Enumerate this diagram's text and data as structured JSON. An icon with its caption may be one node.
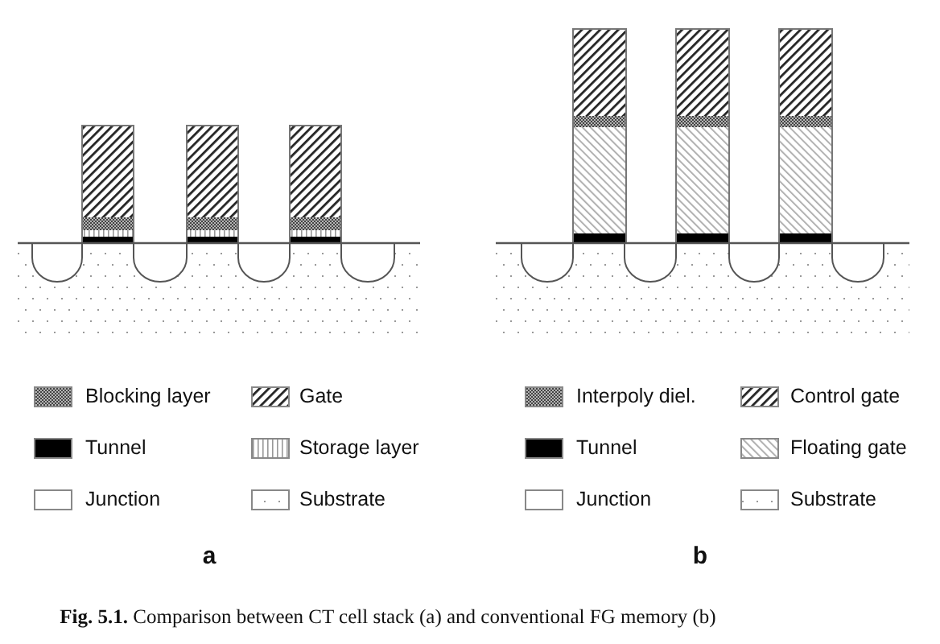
{
  "diagram": {
    "caption": "**Fig. 5.1.** Comparison between CT cell stack (a) and conventional FG memory (b)",
    "labels": [
      "a",
      "b"
    ],
    "legend": [
      {
        "text": "Blocking layer"
      },
      {
        "text": "Gate"
      },
      {
        "text": "Tunnel",
        "color": "#000000"
      },
      {
        "text": "Storage layer"
      },
      {
        "text": "Junction",
        "color": "#ffffff"
      },
      {
        "text": "Substrate"
      },
      {
        "text": "Interpoly diel."
      },
      {
        "text": "Control gate"
      },
      {
        "text": "Tunnel",
        "color": "#000000"
      },
      {
        "text": "Floating gate"
      },
      {
        "text": "Junction",
        "color": "#ffffff"
      },
      {
        "text": "Substrate"
      }
    ]
  }
}
